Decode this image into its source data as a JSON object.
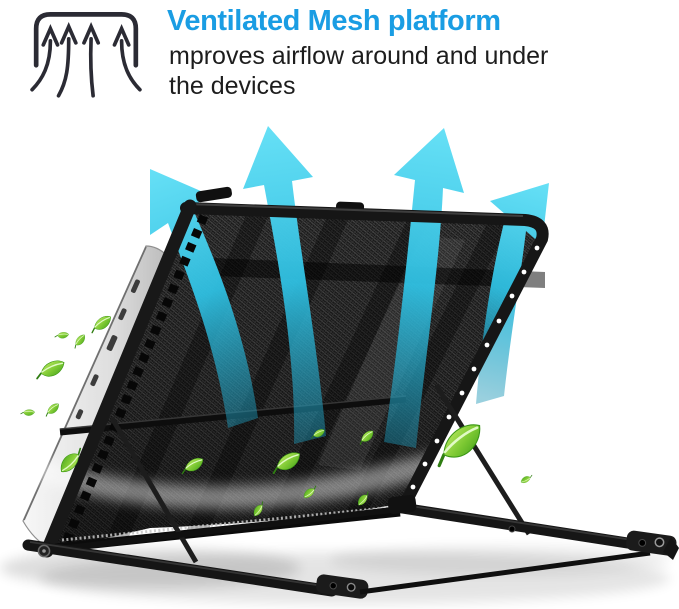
{
  "page": {
    "background_color": "#ffffff"
  },
  "header": {
    "icon_name": "airflow-up-arrows-icon",
    "title": "Ventilated Mesh platform",
    "title_color": "#1a9de3",
    "subtitle_lines": [
      "mproves airflow around and under",
      "the devices"
    ],
    "subtitle_color": "#1d1d1d"
  },
  "illustration": {
    "alt": "Black ventilated mesh laptop stand on a folding metal base, viewed from the back; four cyan airflow arrows rise up through the mesh platform and green leaves swirl around and under it; the silver edge of a laptop is visible behind the left rail",
    "airflow_arrows": {
      "count": 4,
      "color": "#3bc9e9"
    },
    "leaves": {
      "count": 16,
      "color_light": "#b9e65c",
      "color_dark": "#3f9e1a"
    },
    "stand_color": "#1a1a1a",
    "mesh_color": "#202020",
    "laptop_edge_color": "#e9e9e9",
    "shadow_color": "rgba(0,0,0,0.14)"
  }
}
